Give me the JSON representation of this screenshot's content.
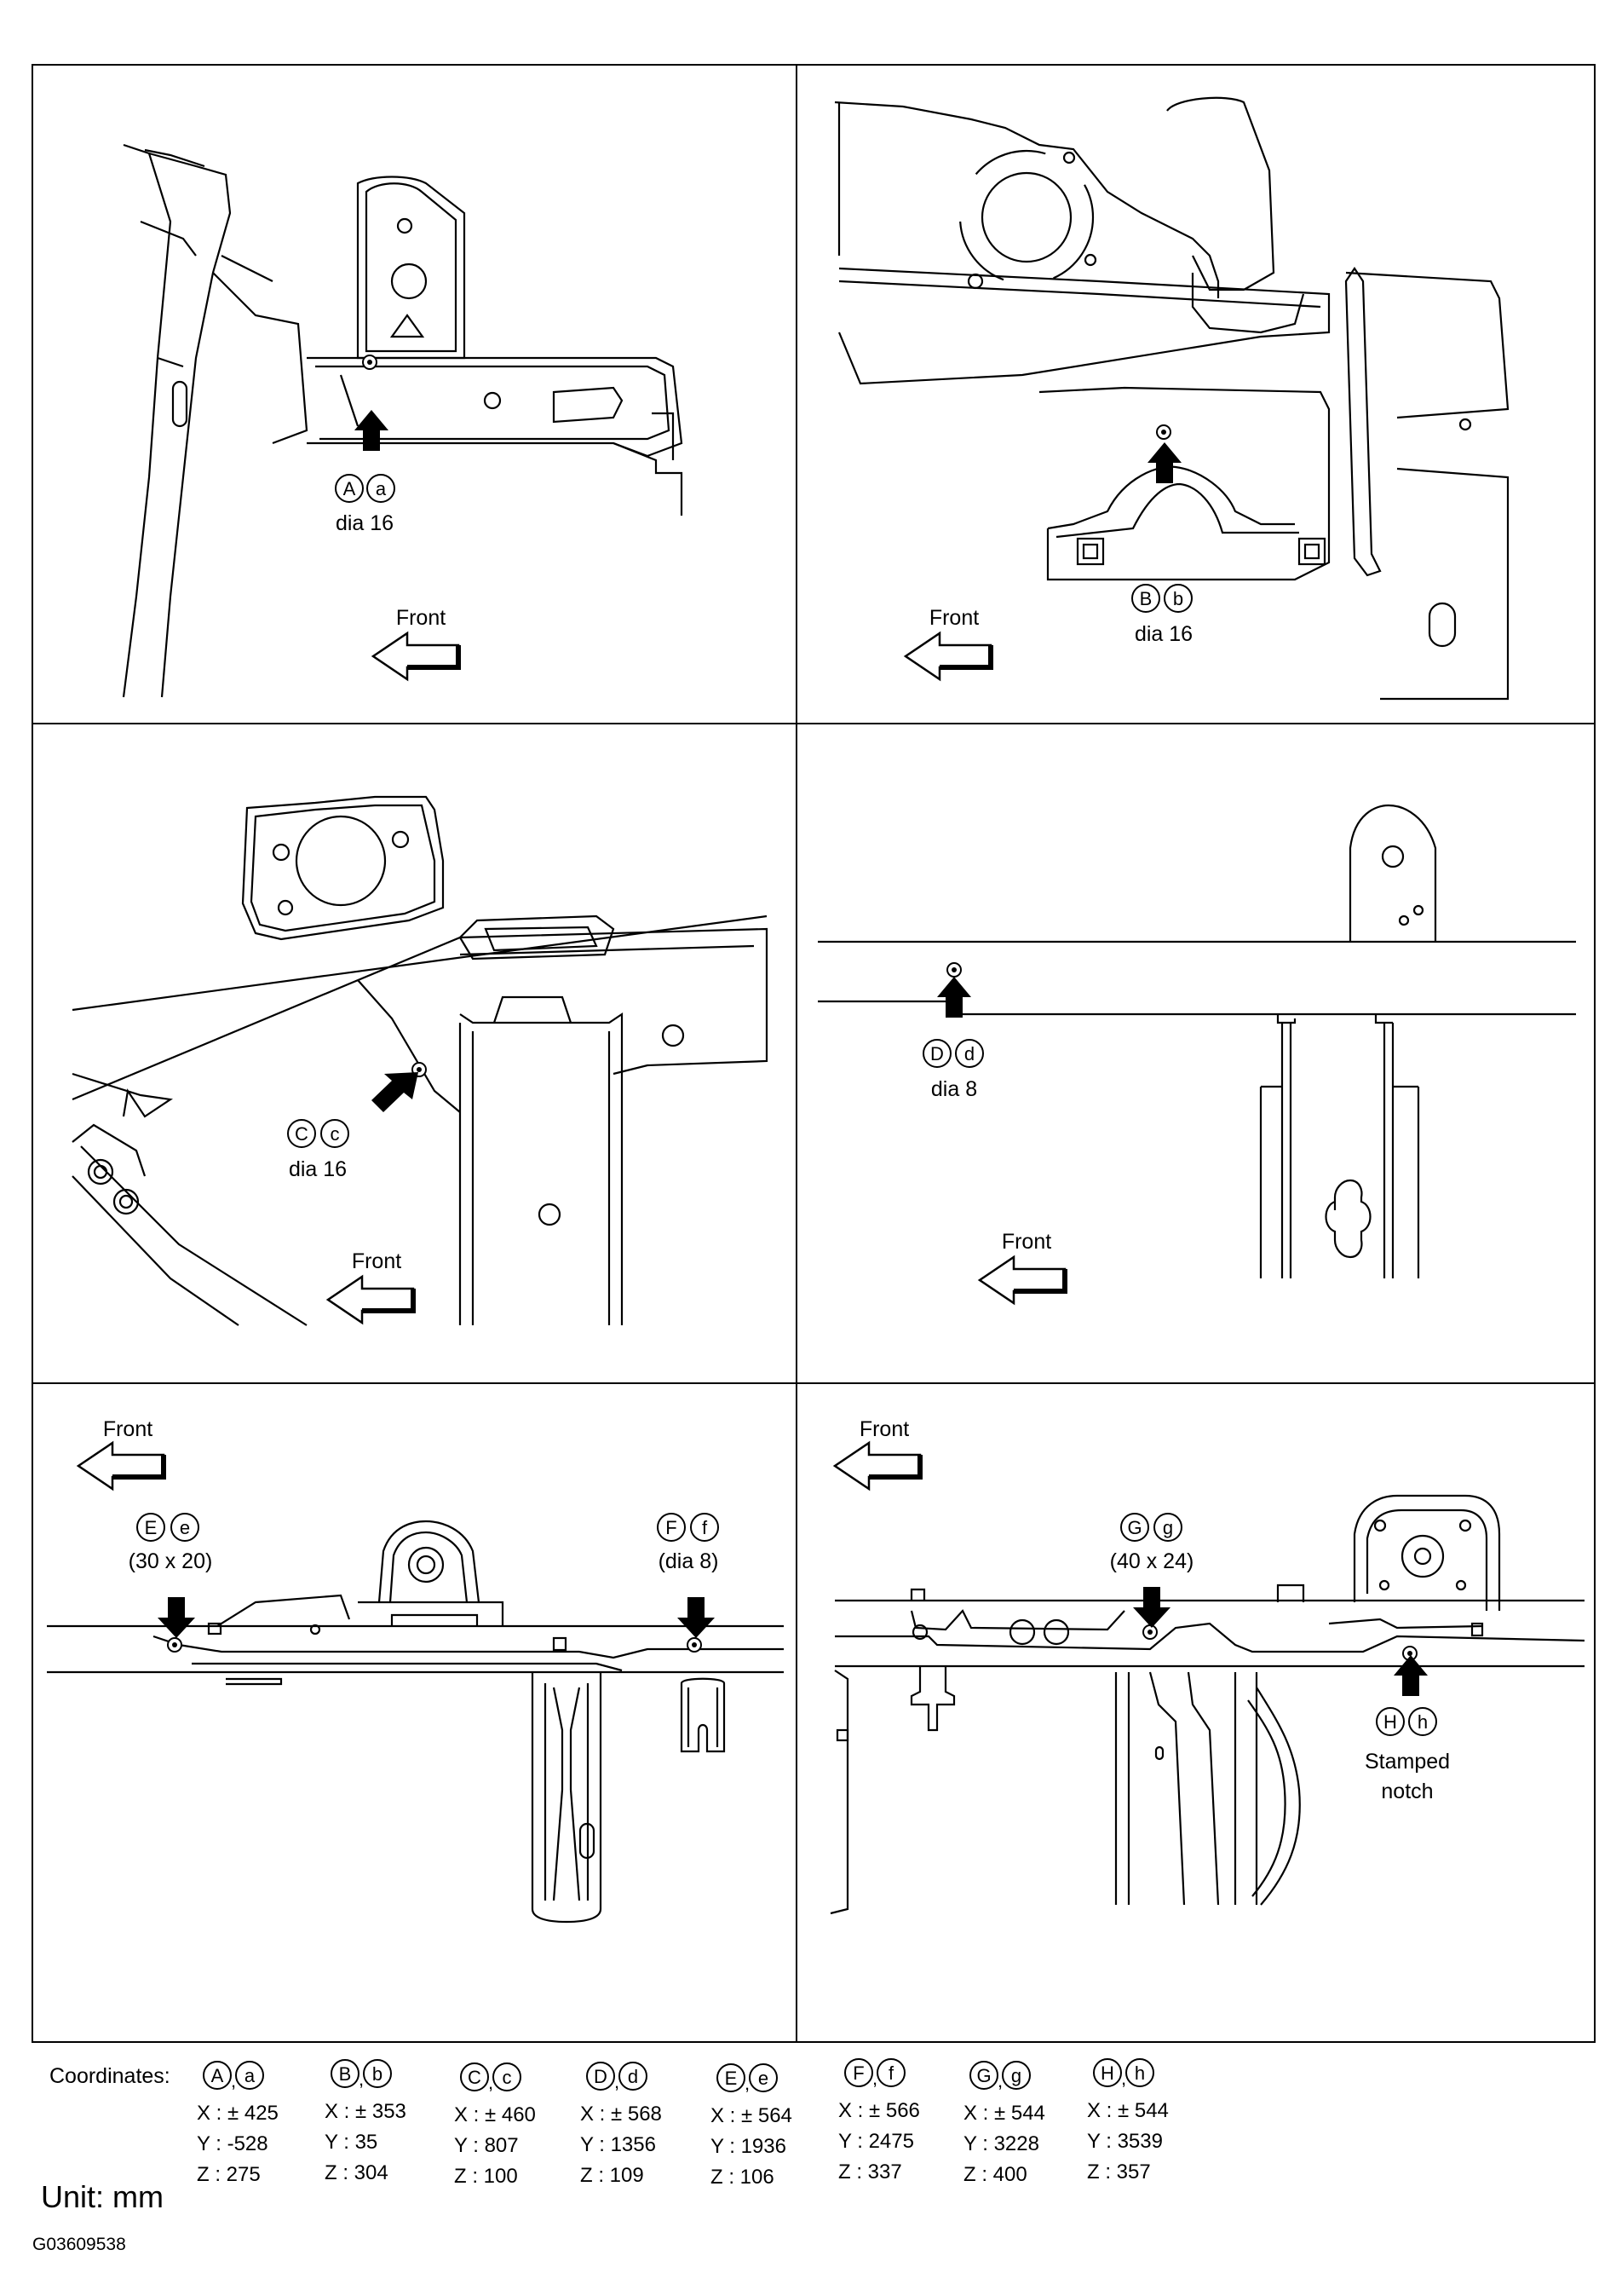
{
  "panels": [
    {
      "id": "A",
      "front_label": "Front",
      "point": {
        "letters": [
          "A",
          "a"
        ],
        "separator": "",
        "size_text": "dia 16"
      }
    },
    {
      "id": "B",
      "front_label": "Front",
      "point": {
        "letters": [
          "B",
          "b"
        ],
        "separator": "",
        "size_text": "dia 16"
      }
    },
    {
      "id": "C",
      "front_label": "Front",
      "point": {
        "letters": [
          "C",
          "c"
        ],
        "separator": "",
        "size_text": "dia 16"
      }
    },
    {
      "id": "D",
      "front_label": "Front",
      "point": {
        "letters": [
          "D",
          "d"
        ],
        "separator": "",
        "size_text": "dia 8"
      }
    },
    {
      "id": "EF",
      "front_label": "Front",
      "points": [
        {
          "letters": [
            "E",
            "e"
          ],
          "separator": "",
          "size_text": "(30 x 20)"
        },
        {
          "letters": [
            "F",
            "f"
          ],
          "separator": "",
          "size_text": "(dia 8)"
        }
      ]
    },
    {
      "id": "GH",
      "front_label": "Front",
      "points": [
        {
          "letters": [
            "G",
            "g"
          ],
          "separator": "",
          "size_text": "(40 x 24)"
        },
        {
          "letters": [
            "H",
            "h"
          ],
          "separator": "",
          "size_text": "Stamped",
          "size_text_2": "notch"
        }
      ]
    }
  ],
  "coordinates": {
    "label": "Coordinates:",
    "points": [
      {
        "letters": [
          "A",
          "a"
        ],
        "x": "X : ± 425",
        "y": "Y : -528",
        "z": "Z : 275"
      },
      {
        "letters": [
          "B",
          "b"
        ],
        "x": "X : ± 353",
        "y": "Y : 35",
        "z": "Z : 304"
      },
      {
        "letters": [
          "C",
          "c"
        ],
        "x": "X : ± 460",
        "y": "Y : 807",
        "z": "Z : 100"
      },
      {
        "letters": [
          "D",
          "d"
        ],
        "x": "X : ± 568",
        "y": "Y : 1356",
        "z": "Z : 109"
      },
      {
        "letters": [
          "E",
          "e"
        ],
        "x": "X : ± 564",
        "y": "Y : 1936",
        "z": "Z : 106"
      },
      {
        "letters": [
          "F",
          "f"
        ],
        "x": "X : ± 566",
        "y": "Y : 2475",
        "z": "Z : 337"
      },
      {
        "letters": [
          "G",
          "g"
        ],
        "x": "X : ± 544",
        "y": "Y : 3228",
        "z": "Z : 400"
      },
      {
        "letters": [
          "H",
          "h"
        ],
        "x": "X : ± 544",
        "y": "Y : 3539",
        "z": "Z : 357"
      }
    ],
    "separator": ","
  },
  "unit": "Unit: mm",
  "figure_code": "G03609538",
  "colors": {
    "line": "#000000",
    "background": "#ffffff"
  }
}
